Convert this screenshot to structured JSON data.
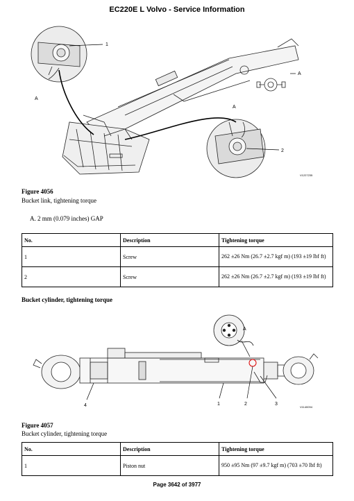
{
  "header": {
    "title": "EC220E L Volvo - Service Information"
  },
  "figure1": {
    "title": "Figure 4056",
    "caption": "Bucket link, tightening torque",
    "image_code": "V1227235",
    "callouts": [
      "1",
      "2",
      "A",
      "A",
      "A"
    ]
  },
  "note": "A. 2 mm (0.079 inches) GAP",
  "table1": {
    "headers": [
      "No.",
      "Description",
      "Tightening torque"
    ],
    "rows": [
      {
        "no": "1",
        "description": "Screw",
        "torque": "262 ±26 Nm (26.7 ±2.7 kgf m) (193 ±19 lbf ft)"
      },
      {
        "no": "2",
        "description": "Screw",
        "torque": "262 ±26 Nm (26.7 ±2.7 kgf m) (193 ±19 lbf ft)"
      }
    ]
  },
  "section_title": "Bucket cylinder, tightening torque",
  "figure2": {
    "title": "Figure 4057",
    "caption": "Bucket cylinder, tightening torque",
    "image_code": "V1140094",
    "callouts": [
      "A",
      "1",
      "2",
      "3",
      "4"
    ]
  },
  "table2": {
    "headers": [
      "No.",
      "Description",
      "Tightening torque"
    ],
    "rows": [
      {
        "no": "1",
        "description": "Piston nut",
        "torque": "950 ±95 Nm (97 ±9.7 kgf m) (703 ±70 lbf ft)"
      }
    ]
  },
  "footer": {
    "page": "Page 3642 of 3977"
  }
}
